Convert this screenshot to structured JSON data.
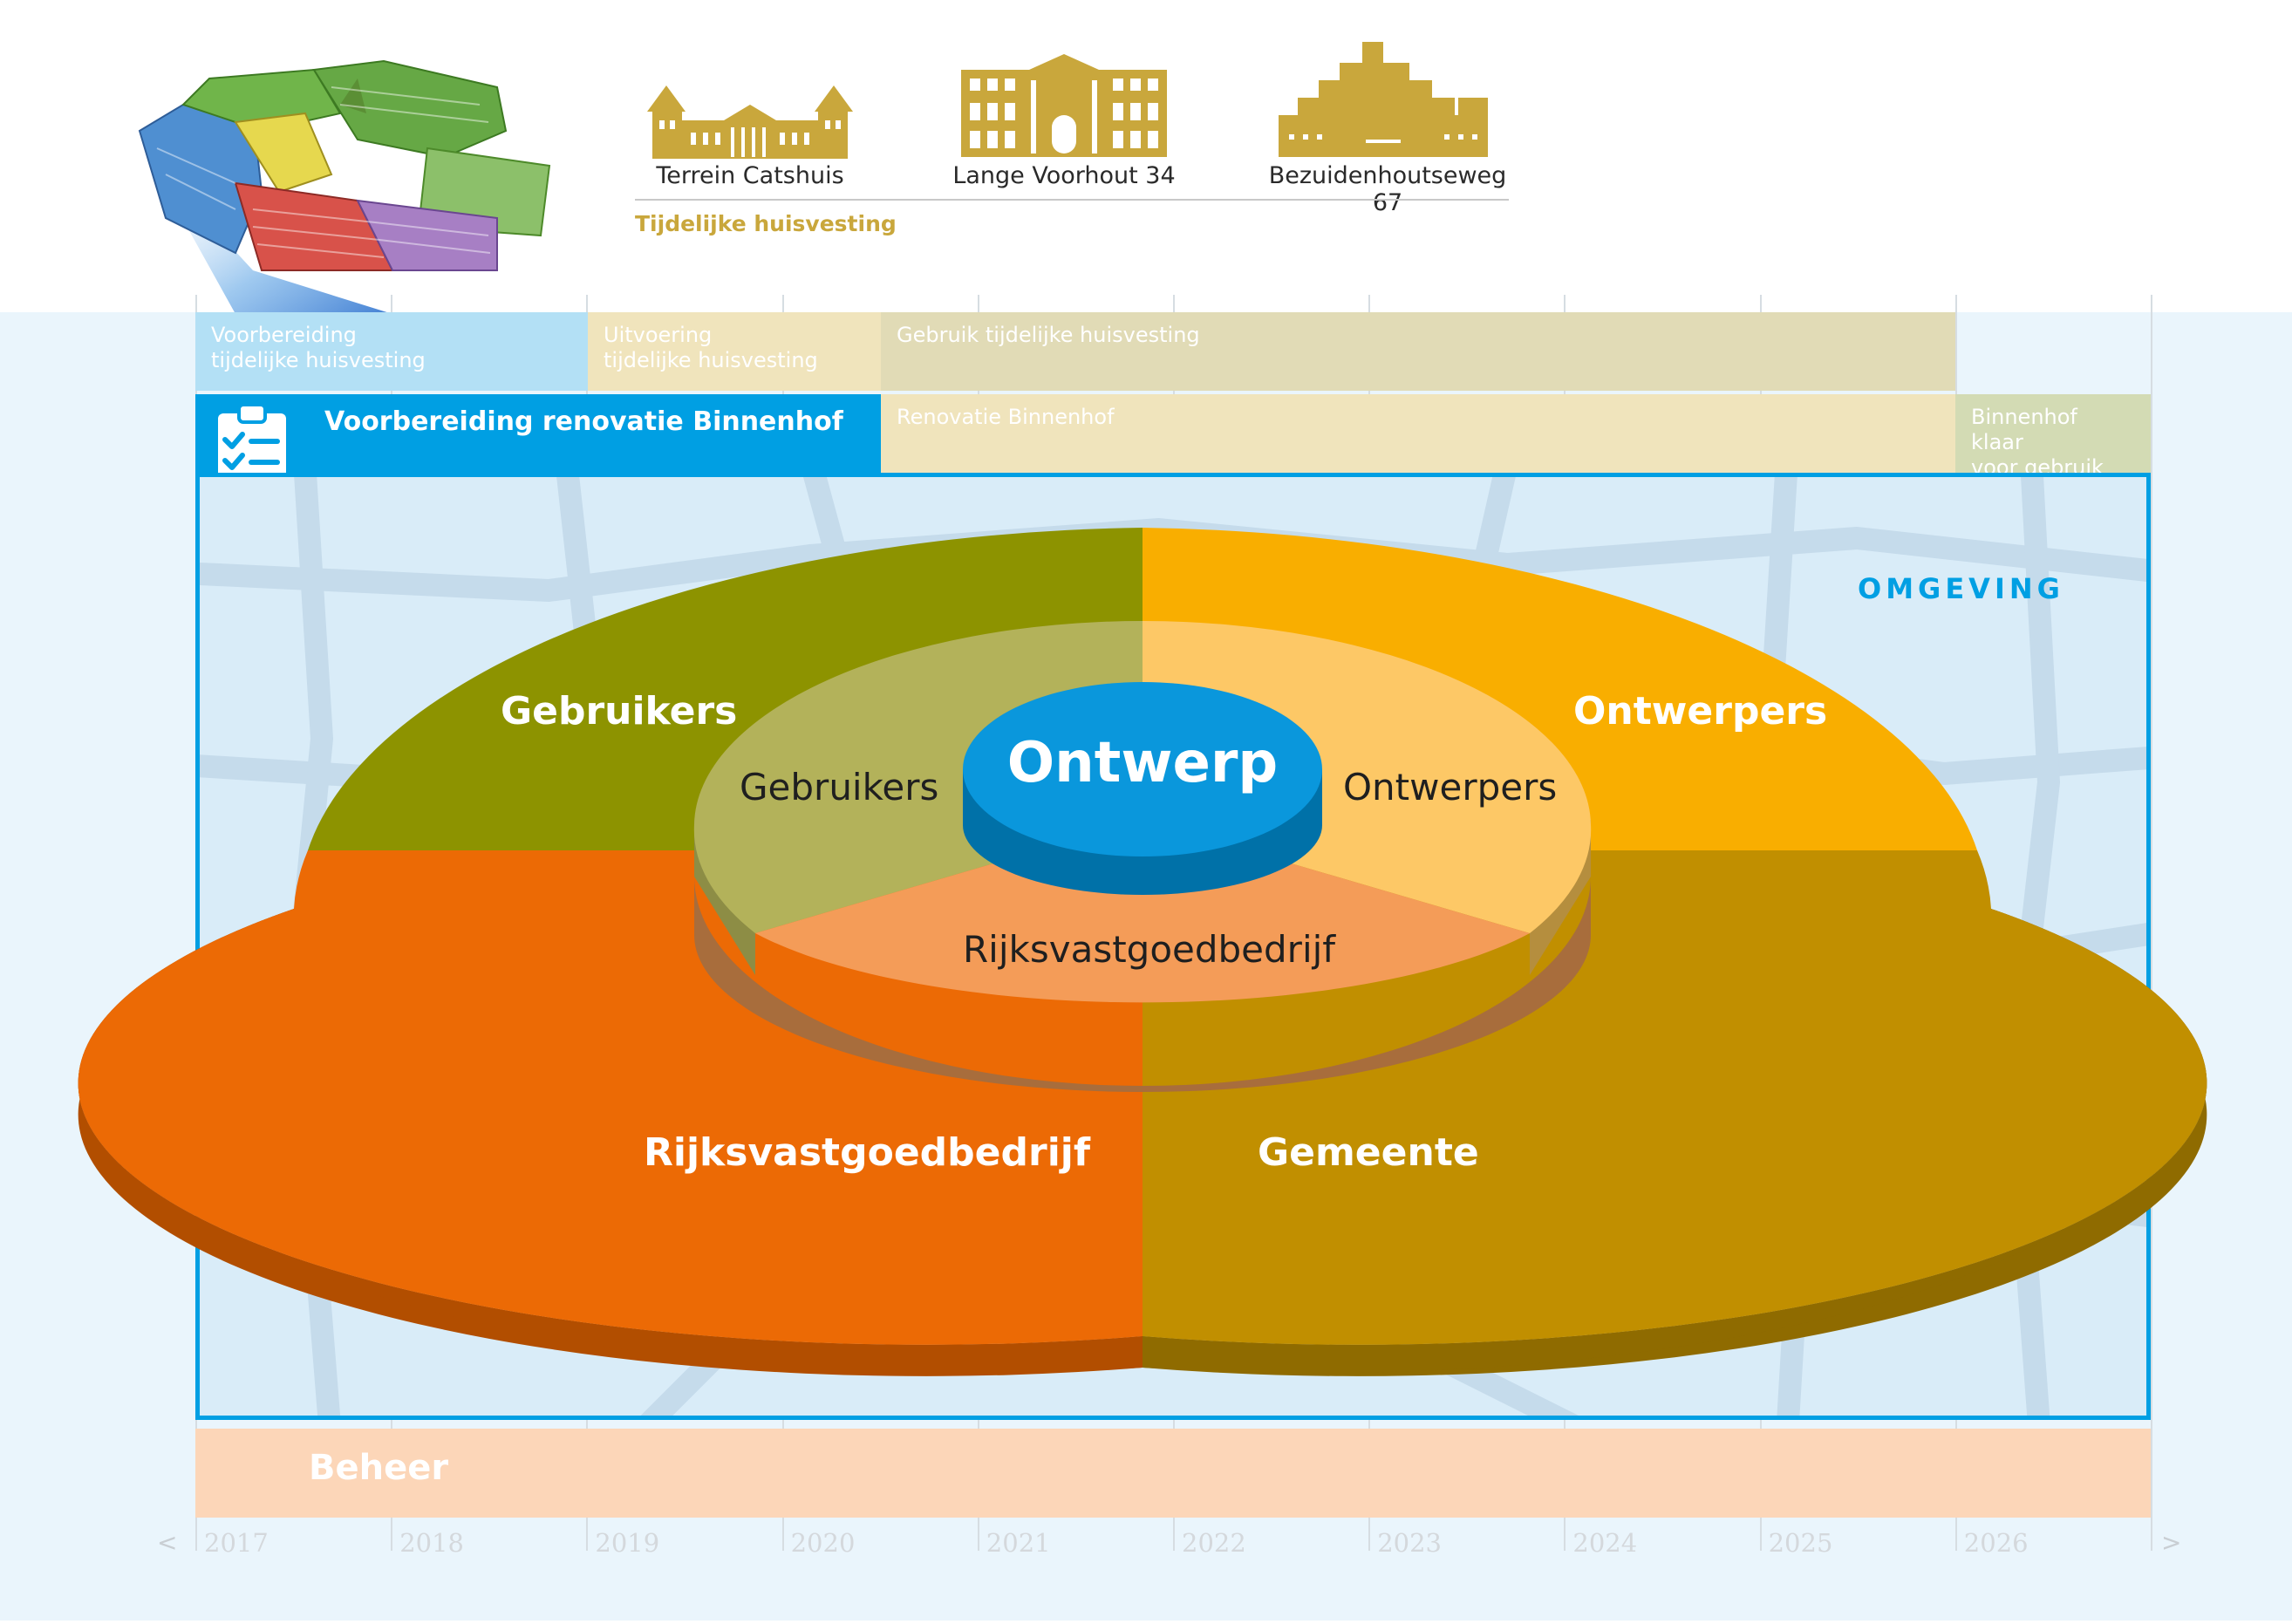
{
  "header": {
    "buildings": [
      {
        "label": "Terrein Catshuis",
        "icon": "catshuis-building-icon"
      },
      {
        "label": "Lange Voorhout 34",
        "icon": "lange-voorhout-building-icon"
      },
      {
        "label": "Bezuidenhoutseweg 67",
        "icon": "bezuidenhoutseweg-building-icon"
      }
    ],
    "subtitle": "Tijdelijke huisvesting"
  },
  "timeline": {
    "years": [
      "2017",
      "2018",
      "2019",
      "2020",
      "2021",
      "2022",
      "2023",
      "2024",
      "2025",
      "2026"
    ],
    "prev": "<",
    "next": ">",
    "row1": [
      {
        "label": "Voorbereiding\ntijdelijke huisvesting",
        "color": "#b3e0f5"
      },
      {
        "label": "Uitvoering\ntijdelijke huisvesting",
        "color": "#f0e4bc"
      },
      {
        "label": "Gebruik tijdelijke huisvesting",
        "color": "#e1dbb6"
      }
    ],
    "row2": [
      {
        "label": "Voorbereiding renovatie Binnenhof",
        "color": "#009fe3"
      },
      {
        "label": "Renovatie Binnenhof",
        "color": "#f0e4bc"
      },
      {
        "label": "Binnenhof klaar\nvoor gebruik",
        "color": "#d3dbb4"
      }
    ],
    "beheer": "Beheer"
  },
  "diagram": {
    "omgeving": "OMGEVING",
    "center": "Ontwerp",
    "outer": {
      "top_left": "Gebruikers",
      "top_right": "Ontwerpers",
      "bottom_left": "Rijksvastgoedbedrijf",
      "bottom_right": "Gemeente"
    },
    "inner": {
      "left": "Gebruikers",
      "right": "Ontwerpers",
      "bottom": "Rijksvastgoedbedrijf"
    },
    "colors": {
      "outer_top_left": "#8d9300",
      "outer_top_right": "#f9ae00",
      "outer_bottom_left": "#ec6a05",
      "outer_bottom_right": "#c18f00",
      "inner_left": "#b3b25a",
      "inner_right": "#fdc866",
      "inner_bottom": "#f49c58",
      "center": "#0a97dc",
      "accent_blue": "#009fe3",
      "gold": "#c9a73c"
    }
  }
}
